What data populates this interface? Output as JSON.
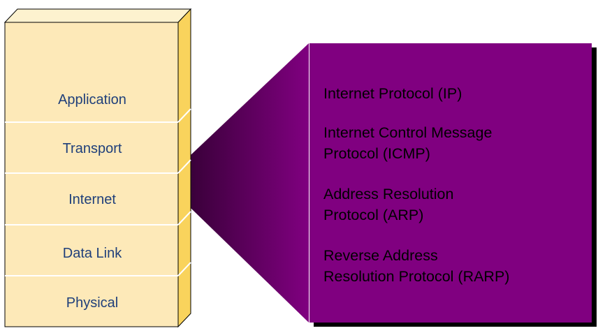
{
  "layers": [
    {
      "name": "Application"
    },
    {
      "name": "Transport"
    },
    {
      "name": "Internet"
    },
    {
      "name": "Data Link"
    },
    {
      "name": "Physical"
    }
  ],
  "internet_layer_protocols": [
    {
      "lines": [
        "Internet Protocol (IP)"
      ]
    },
    {
      "lines": [
        "Internet Control Message",
        "Protocol (ICMP)"
      ]
    },
    {
      "lines": [
        "Address Resolution",
        "Protocol (ARP)"
      ]
    },
    {
      "lines": [
        "Reverse Address",
        "Resolution Protocol (RARP)"
      ]
    }
  ],
  "colors": {
    "layer_fill": "#fde9b8",
    "layer_side": "#f9d35c",
    "layer_top": "#fdf2cf",
    "layer_text": "#1f3f7a",
    "protocol_panel": "#800080",
    "protocol_panel_shadow": "#000000",
    "callout_dark": "#3a003a"
  }
}
